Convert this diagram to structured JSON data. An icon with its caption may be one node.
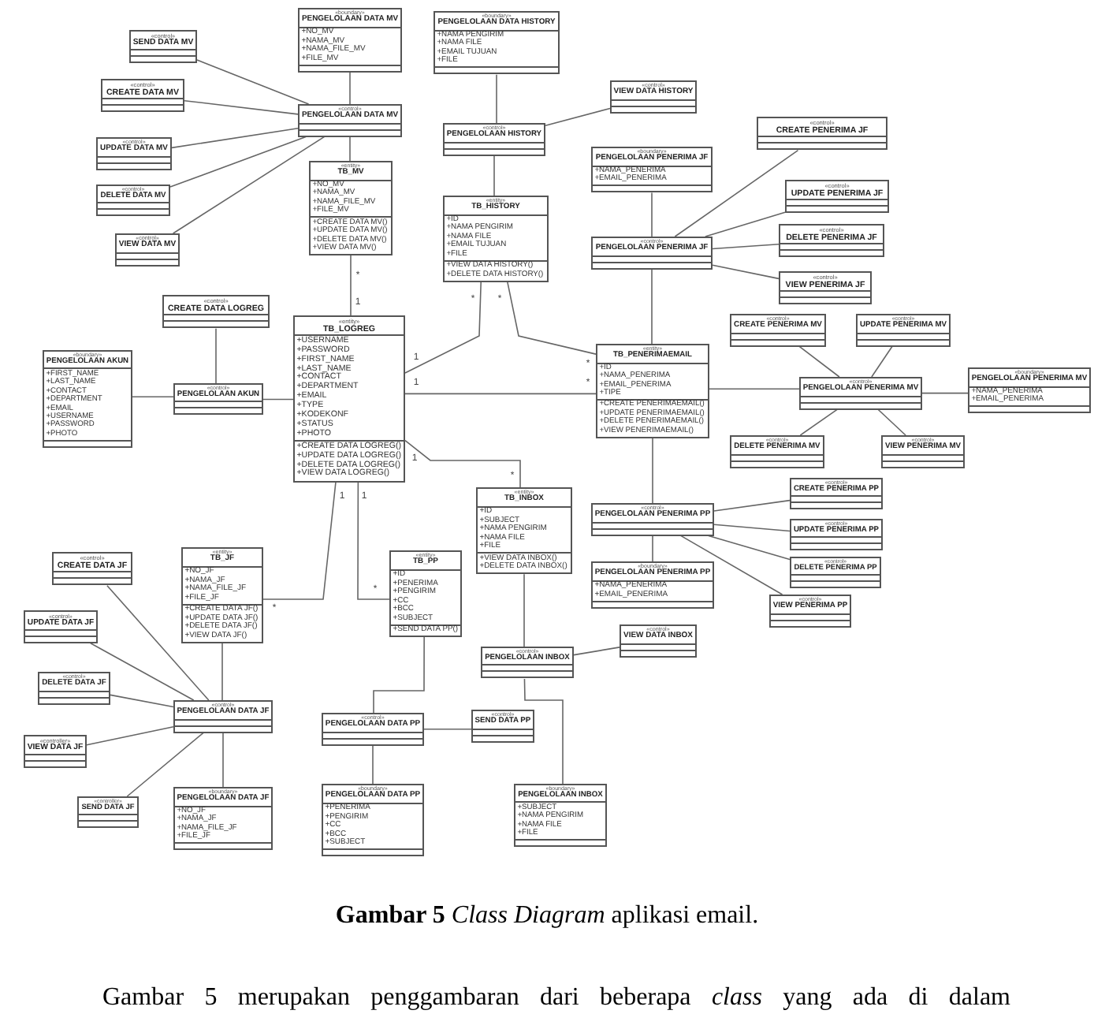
{
  "diagram": {
    "caption": "**Gambar 5** *Class Diagram* aplikasi email.",
    "nodes": [
      {
        "text": [
          "«control»",
          "SEND DATA MV"
        ]
      },
      {
        "text": [
          "«boundary»",
          "PENGELOLAAN DATA MV"
        ]
      },
      {
        "text": [
          "+NO_MV",
          "+NAMA_MV",
          "+NAMA_FILE_MV",
          "+FILE_MV"
        ],
        "in": 1
      },
      {
        "text": [
          "«boundary»",
          "PENGELOLAAN DATA HISTORY"
        ]
      },
      {
        "text": [
          "+NAMA PENGIRIM",
          "+NAMA FILE",
          "+EMAIL TUJUAN",
          "+FILE"
        ],
        "in": 3
      },
      {
        "text": [
          "«control»",
          "CREATE DATA MV"
        ]
      },
      {
        "text": [
          "«control»",
          "VIEW DATA HISTORY"
        ]
      },
      {
        "text": [
          "«control»",
          "CREATE PENERIMA JF"
        ]
      },
      {
        "text": [
          "«control»",
          "PENGELOLAAN DATA MV"
        ]
      },
      {
        "text": [
          "«control»",
          "PENGELOLAAN HISTORY"
        ]
      },
      {
        "text": [
          "«control»",
          "UPDATE DATA MV"
        ]
      },
      {
        "text": [
          "«boundary»",
          "PENGELOLAAN PENERIMA JF"
        ]
      },
      {
        "text": [
          "+NAMA_PENERIMA",
          "+EMAIL_PENERIMA"
        ],
        "in": 11
      },
      {
        "text": [
          "«entity»",
          "TB_MV"
        ]
      },
      {
        "text": [
          "+NO_MV",
          "+NAMA_MV",
          "+NAMA_FILE_MV",
          "+FILE_MV"
        ],
        "in": 13
      },
      {
        "text": [
          "+CREATE DATA MV()",
          "+UPDATE DATA MV()",
          "+DELETE DATA MV()",
          "+VIEW DATA MV()"
        ],
        "in": 13
      },
      {
        "text": [
          "«control»",
          "UPDATE PENERIMA JF"
        ]
      },
      {
        "text": [
          "«control»",
          "DELETE DATA MV"
        ]
      },
      {
        "text": [
          "«entity»",
          "TB_HISTORY"
        ]
      },
      {
        "text": [
          "+ID",
          "+NAMA PENGIRIM",
          "+NAMA FILE",
          "+EMAIL TUJUAN",
          "+FILE"
        ],
        "in": 18
      },
      {
        "text": [
          "+VIEW DATA HISTORY()",
          "+DELETE DATA HISTORY()"
        ],
        "in": 18
      },
      {
        "text": [
          "«control»",
          "DELETE PENERIMA JF"
        ]
      },
      {
        "text": [
          "«control»",
          "VIEW DATA MV"
        ]
      },
      {
        "text": [
          "«control»",
          "PENGELOLAAN PENERIMA JF"
        ]
      },
      {
        "text": [
          "«control»",
          "VIEW PENERIMA JF"
        ]
      },
      {
        "text": [
          "«control»",
          "CREATE DATA LOGREG"
        ]
      },
      {
        "text": [
          "«control»",
          "CREATE PENERIMA MV"
        ]
      },
      {
        "text": [
          "«control»",
          "UPDATE PENERIMA MV"
        ]
      },
      {
        "text": [
          "«entity»",
          "TB_LOGREG"
        ]
      },
      {
        "text": [
          "+USERNAME",
          "+PASSWORD",
          "+FIRST_NAME",
          "+LAST_NAME",
          "+CONTACT",
          "+DEPARTMENT",
          "+EMAIL",
          "+TYPE",
          "+KODEKONF",
          "+STATUS",
          "+PHOTO"
        ],
        "in": 28
      },
      {
        "text": [
          "+CREATE DATA LOGREG()",
          "+UPDATE DATA LOGREG()",
          "+DELETE DATA LOGREG()",
          "+VIEW DATA LOGREG()"
        ],
        "in": 28
      },
      {
        "text": [
          "«entity»",
          "TB_PENERIMAEMAIL"
        ]
      },
      {
        "text": [
          "+ID",
          "+NAMA_PENERIMA",
          "+EMAIL_PENERIMA",
          "+TIPE"
        ],
        "in": 31
      },
      {
        "text": [
          "+CREATE PENERIMAEMAIL()",
          "+UPDATE PENERIMAEMAIL()",
          "+DELETE PENERIMAEMAIL()",
          "+VIEW PENERIMAEMAIL()"
        ],
        "in": 31
      },
      {
        "text": [
          "«boundary»",
          "PENGELOLAAN AKUN"
        ]
      },
      {
        "text": [
          "+FIRST_NAME",
          "+LAST_NAME",
          "+CONTACT",
          "+DEPARTMENT",
          "+EMAIL",
          "+USERNAME",
          "+PASSWORD",
          "+PHOTO"
        ],
        "in": 34
      },
      {
        "text": [
          "«boundary»",
          "PENGELOLAAN PENERIMA MV"
        ]
      },
      {
        "text": [
          "+NAMA_PENERIMA",
          "+EMAIL_PENERIMA"
        ],
        "in": 36
      },
      {
        "text": [
          "«control»",
          "PENGELOLAAN PENERIMA MV"
        ]
      },
      {
        "text": [
          "«control»",
          "PENGELOLAAN AKUN"
        ]
      },
      {
        "text": [
          "«control»",
          "DELETE PENERIMA MV"
        ]
      },
      {
        "text": [
          "«control»",
          "VIEW PENERIMA MV"
        ]
      },
      {
        "text": [
          "«control»",
          "CREATE PENERIMA PP"
        ]
      },
      {
        "text": [
          "«entity»",
          "TB_INBOX"
        ]
      },
      {
        "text": [
          "+ID",
          "+SUBJECT",
          "+NAMA PENGIRIM",
          "+NAMA FILE",
          "+FILE"
        ],
        "in": 43
      },
      {
        "text": [
          "+VIEW DATA INBOX()",
          "+DELETE DATA INBOX()"
        ],
        "in": 43
      },
      {
        "text": [
          "«control»",
          "PENGELOLAAN PENERIMA PP"
        ]
      },
      {
        "text": [
          "«control»",
          "UPDATE PENERIMA PP"
        ]
      },
      {
        "text": [
          "«entity»",
          "TB_JF"
        ]
      },
      {
        "text": [
          "+NO_JF",
          "+NAMA_JF",
          "+NAMA_FILE_JF",
          "+FILE_JF"
        ],
        "in": 48
      },
      {
        "text": [
          "+CREATE DATA JF()",
          "+UPDATE DATA JF()",
          "+DELETE DATA JF()",
          "+VIEW DATA JF()"
        ],
        "in": 48
      },
      {
        "text": [
          "«entity»",
          "TB_PP"
        ]
      },
      {
        "text": [
          "+ID",
          "+PENERIMA",
          "+PENGIRIM",
          "+CC",
          "+BCC",
          "+SUBJECT"
        ],
        "in": 51
      },
      {
        "text": [
          "+SEND DATA PP()"
        ],
        "in": 51
      },
      {
        "text": [
          "«control»",
          "CREATE DATA JF"
        ]
      },
      {
        "text": [
          "«control»",
          "DELETE PENERIMA PP"
        ]
      },
      {
        "text": [
          "«boundary»",
          "PENGELOLAAN PENERIMA PP"
        ]
      },
      {
        "text": [
          "+NAMA_PENERIMA",
          "+EMAIL_PENERIMA"
        ],
        "in": 56
      },
      {
        "text": [
          "«control»",
          "VIEW PENERIMA PP"
        ]
      },
      {
        "text": [
          "«control»",
          "UPDATE DATA JF"
        ]
      },
      {
        "text": [
          "«control»",
          "VIEW DATA INBOX"
        ]
      },
      {
        "text": [
          "«control»",
          "PENGELOLAAN INBOX"
        ]
      },
      {
        "text": [
          "«control»",
          "DELETE DATA JF"
        ]
      },
      {
        "text": [
          "«control»",
          "PENGELOLAAN DATA JF"
        ]
      },
      {
        "text": [
          "«control»",
          "SEND DATA PP"
        ]
      },
      {
        "text": [
          "«control»",
          "PENGELOLAAN DATA PP"
        ]
      },
      {
        "text": [
          "«controller»",
          "VIEW DATA JF"
        ]
      },
      {
        "text": [
          "«boundary»",
          "PENGELOLAAN INBOX"
        ]
      },
      {
        "text": [
          "+SUBJECT",
          "+NAMA PENGIRIM",
          "+NAMA FILE",
          "+FILE"
        ],
        "in": 67
      },
      {
        "text": [
          "«boundary»",
          "PENGELOLAAN DATA PP"
        ]
      },
      {
        "text": [
          "+PENERIMA",
          "+PENGIRIM",
          "+CC",
          "+BCC",
          "+SUBJECT"
        ],
        "in": 69
      },
      {
        "text": [
          "«boundary»",
          "PENGELOLAAN DATA JF"
        ]
      },
      {
        "text": [
          "+NO_JF",
          "+NAMA_JF",
          "+NAMA_FILE_JF",
          "+FILE_JF"
        ],
        "in": 71
      },
      {
        "text": [
          "«controller»",
          "SEND DATA JF"
        ]
      }
    ],
    "edges": [
      {
        "from": 0,
        "to": 8,
        "arrow": "none"
      },
      {
        "from": 5,
        "to": 8,
        "arrow": "none"
      },
      {
        "from": 10,
        "to": 8,
        "arrow": "none"
      },
      {
        "from": 17,
        "to": 8,
        "arrow": "none"
      },
      {
        "from": 22,
        "to": 8,
        "arrow": "none"
      },
      {
        "from": 1,
        "to": 8,
        "arrow": "none"
      },
      {
        "from": 8,
        "to": 13,
        "arrow": "none"
      },
      {
        "from": 13,
        "to": 28,
        "arrow": "none"
      },
      {
        "from": 3,
        "to": 9,
        "arrow": "none"
      },
      {
        "from": 6,
        "to": 9,
        "arrow": "none"
      },
      {
        "from": 9,
        "to": 18,
        "arrow": "none"
      },
      {
        "from": 18,
        "to": 28,
        "arrow": "none"
      },
      {
        "from": 18,
        "to": 31,
        "arrow": "none"
      },
      {
        "from": 11,
        "to": 23,
        "arrow": "none"
      },
      {
        "from": 7,
        "to": 23,
        "arrow": "none"
      },
      {
        "from": 16,
        "to": 23,
        "arrow": "none"
      },
      {
        "from": 21,
        "to": 23,
        "arrow": "none"
      },
      {
        "from": 24,
        "to": 23,
        "arrow": "none"
      },
      {
        "from": 23,
        "to": 31,
        "arrow": "none"
      },
      {
        "from": 31,
        "to": 38,
        "arrow": "none"
      },
      {
        "from": 26,
        "to": 38,
        "arrow": "none"
      },
      {
        "from": 27,
        "to": 38,
        "arrow": "none"
      },
      {
        "from": 40,
        "to": 38,
        "arrow": "none"
      },
      {
        "from": 41,
        "to": 38,
        "arrow": "none"
      },
      {
        "from": 38,
        "to": 36,
        "arrow": "none"
      },
      {
        "from": 28,
        "to": 31,
        "arrow": "none"
      },
      {
        "from": 25,
        "to": 39,
        "arrow": "none"
      },
      {
        "from": 34,
        "to": 39,
        "arrow": "none"
      },
      {
        "from": 39,
        "to": 28,
        "arrow": "none"
      },
      {
        "from": 28,
        "to": 43,
        "arrow": "none"
      },
      {
        "from": 28,
        "to": 48,
        "arrow": "none"
      },
      {
        "from": 28,
        "to": 51,
        "arrow": "none"
      },
      {
        "from": 31,
        "to": 46,
        "arrow": "none"
      },
      {
        "from": 46,
        "to": 56,
        "arrow": "none"
      },
      {
        "from": 42,
        "to": 46,
        "arrow": "none"
      },
      {
        "from": 47,
        "to": 46,
        "arrow": "none"
      },
      {
        "from": 55,
        "to": 46,
        "arrow": "none"
      },
      {
        "from": 58,
        "to": 46,
        "arrow": "none"
      },
      {
        "from": 43,
        "to": 61,
        "arrow": "none"
      },
      {
        "from": 60,
        "to": 61,
        "arrow": "none"
      },
      {
        "from": 61,
        "to": 67,
        "arrow": "none"
      },
      {
        "from": 48,
        "to": 63,
        "arrow": "none"
      },
      {
        "from": 54,
        "to": 63,
        "arrow": "none"
      },
      {
        "from": 59,
        "to": 63,
        "arrow": "none"
      },
      {
        "from": 62,
        "to": 63,
        "arrow": "none"
      },
      {
        "from": 66,
        "to": 63,
        "arrow": "none"
      },
      {
        "from": 73,
        "to": 63,
        "arrow": "none"
      },
      {
        "from": 63,
        "to": 71,
        "arrow": "none"
      },
      {
        "from": 51,
        "to": 65,
        "arrow": "none"
      },
      {
        "from": 65,
        "to": 64,
        "arrow": "none"
      },
      {
        "from": 65,
        "to": 69,
        "arrow": "none"
      }
    ],
    "labels": [
      "*",
      "1",
      "*",
      "*",
      "1",
      "*",
      "1",
      "*",
      "1",
      "*",
      "1",
      "1",
      "*",
      "*",
      "Gambar 5 merupakan penggambaran dari beberapa *class* yang ada di dalam"
    ]
  }
}
